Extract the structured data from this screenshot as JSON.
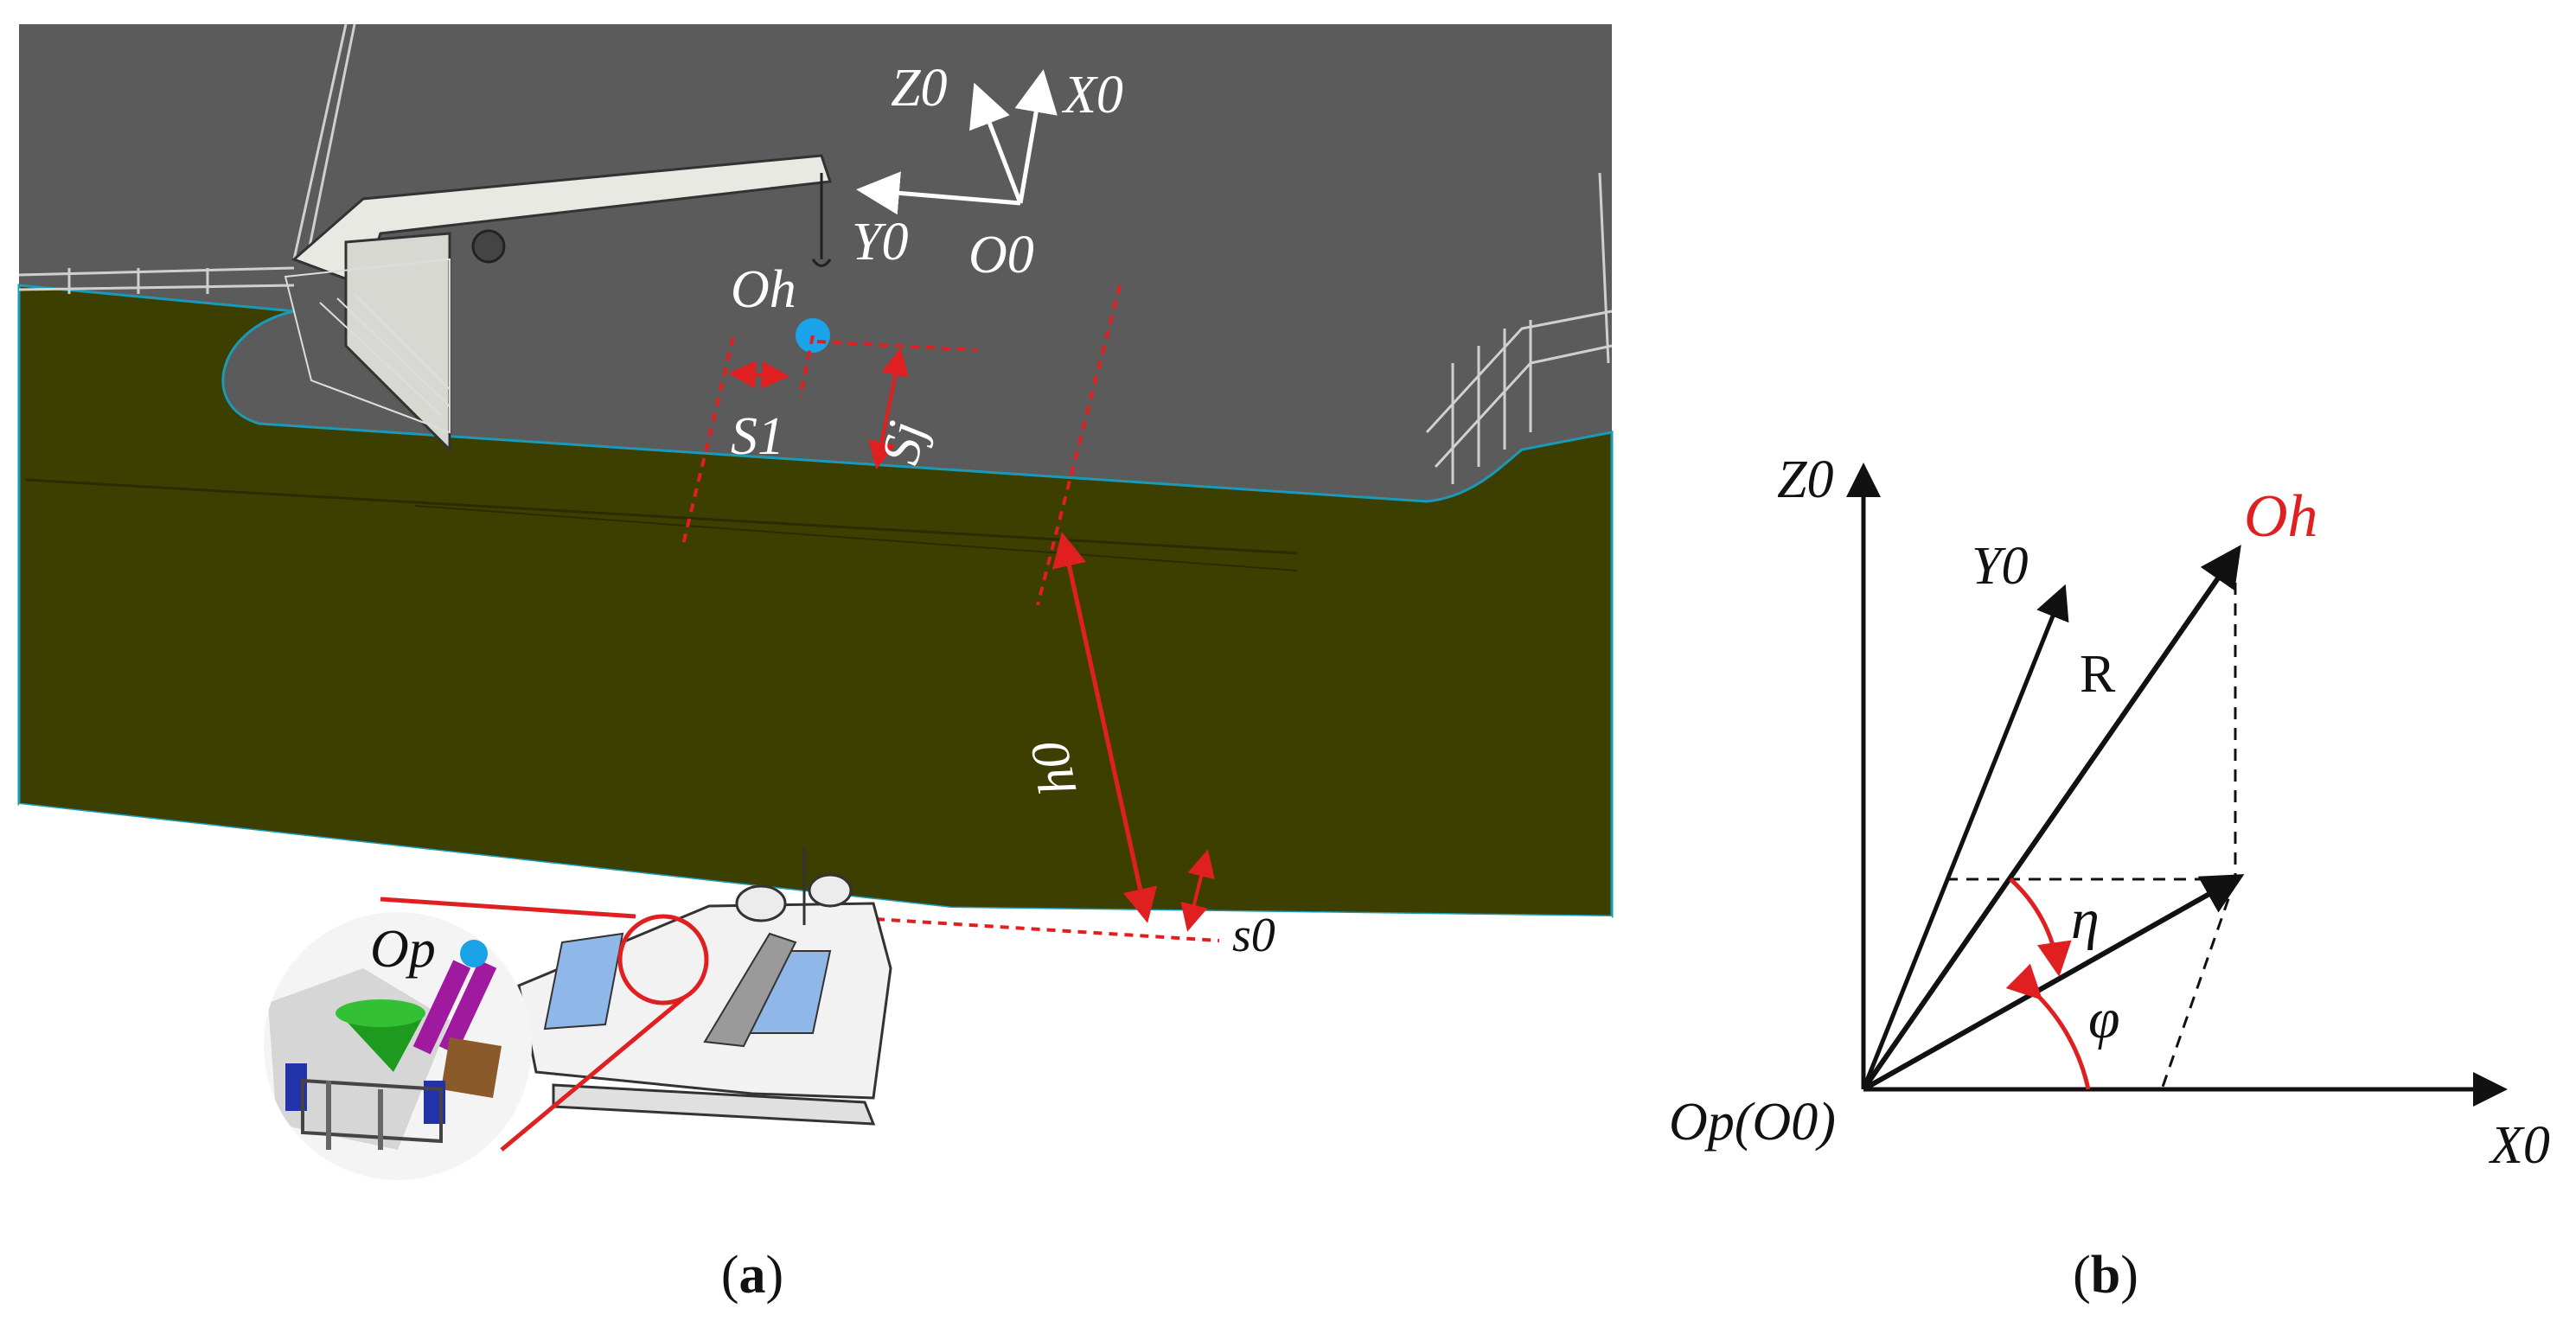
{
  "panel_a": {
    "caption_paren_open": "(",
    "caption_letter": "a",
    "caption_paren_close": ")",
    "labels": {
      "z0": "Z0",
      "x0": "X0",
      "y0": "Y0",
      "o0": "O0",
      "oh": "Oh",
      "s1": "S1",
      "sj": "Sj",
      "h0": "h0",
      "s0": "s0",
      "op": "Op"
    }
  },
  "panel_b": {
    "caption_paren_open": "(",
    "caption_letter": "b",
    "caption_paren_close": ")",
    "labels": {
      "z0": "Z0",
      "y0": "Y0",
      "oh": "Oh",
      "r": "R",
      "eta": "η",
      "phi": "φ",
      "origin": "Op(O0)",
      "x0": "X0"
    }
  },
  "colors": {
    "sky": "#5a5a5a",
    "hull": "#3d3f00",
    "water": "#ffffff",
    "annotation_red": "#e02020",
    "point_blue": "#1aa3e8",
    "axis_black": "#111111"
  }
}
